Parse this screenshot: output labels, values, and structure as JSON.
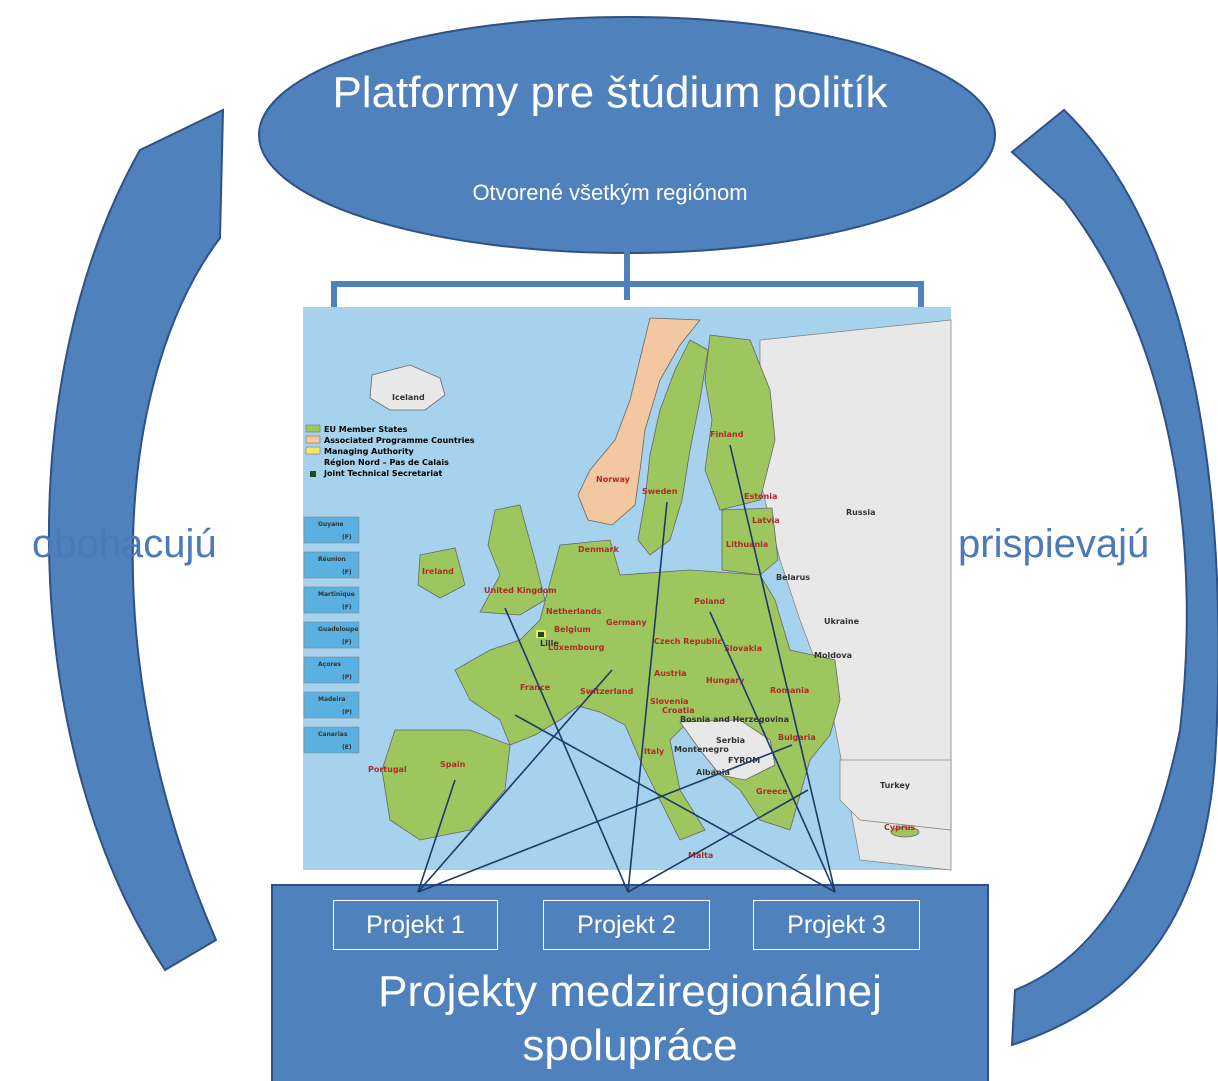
{
  "top": {
    "title": "Platformy pre štúdium politík",
    "subtitle": "Otvorené všetkým regiónom"
  },
  "left_label": "obohacujú",
  "right_label": "prispievajú",
  "bottom": {
    "title": "Projekty medziregionálnej spolupráce",
    "projects": [
      "Projekt 1",
      "Projekt 2",
      "Projekt 3"
    ]
  },
  "map": {
    "legend": [
      "EU Member States",
      "Associated Programme Countries",
      "Managing Authority",
      "Région Nord – Pas de Calais",
      "Joint Technical Secretariat"
    ],
    "countries": [
      "Iceland",
      "Norway",
      "Sweden",
      "Finland",
      "Estonia",
      "Latvia",
      "Lithuania",
      "Denmark",
      "Ireland",
      "United Kingdom",
      "Netherlands",
      "Belgium",
      "Luxembourg",
      "Germany",
      "Poland",
      "Czech Republic",
      "Slovakia",
      "Austria",
      "Hungary",
      "Romania",
      "France",
      "Switzerland",
      "Slovenia",
      "Croatia",
      "Bosnia and Herzegovina",
      "Serbia",
      "Montenegro",
      "FYROM",
      "Albania",
      "Bulgaria",
      "Greece",
      "Italy",
      "Spain",
      "Portugal",
      "Malta",
      "Cyprus",
      "Russia",
      "Belarus",
      "Ukraine",
      "Moldova",
      "Turkey",
      "Lille"
    ],
    "outermost": [
      [
        "Guyane",
        "(F)"
      ],
      [
        "Réunion",
        "(F)"
      ],
      [
        "Martinique",
        "(F)"
      ],
      [
        "Guadeloupe",
        "(F)"
      ],
      [
        "Açores",
        "(P)"
      ],
      [
        "Madeira",
        "(P)"
      ],
      [
        "Canarias",
        "(E)"
      ]
    ]
  },
  "colors": {
    "primary": "#4f81bd",
    "dark": "#3d6aa3",
    "outline": "#2e5286",
    "sea": "#a6d2ee",
    "eu": "#9dc75e",
    "associated": "#f3c7a0",
    "nonEU": "#e8e8e8"
  }
}
